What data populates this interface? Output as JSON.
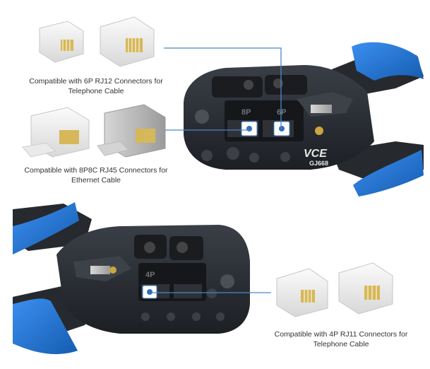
{
  "captions": {
    "rj12_line1": "Compatible with 6P RJ12 Connectors for",
    "rj12_line2": "Telephone Cable",
    "rj45_line1": "Compatible with 8P8C RJ45 Connectors for",
    "rj45_line2": "Ethernet Cable",
    "rj11_line1": "Compatible with 4P RJ11 Connectors for",
    "rj11_line2": "Telephone Cable"
  },
  "tool": {
    "brand": "VCE",
    "model": "GJ668",
    "die_8p": "8P",
    "die_6p": "6P",
    "die_4p": "4P"
  },
  "colors": {
    "handle_blue": "#1e74d6",
    "tool_body": "#2b2f36",
    "callout_line": "#4a86c5"
  }
}
